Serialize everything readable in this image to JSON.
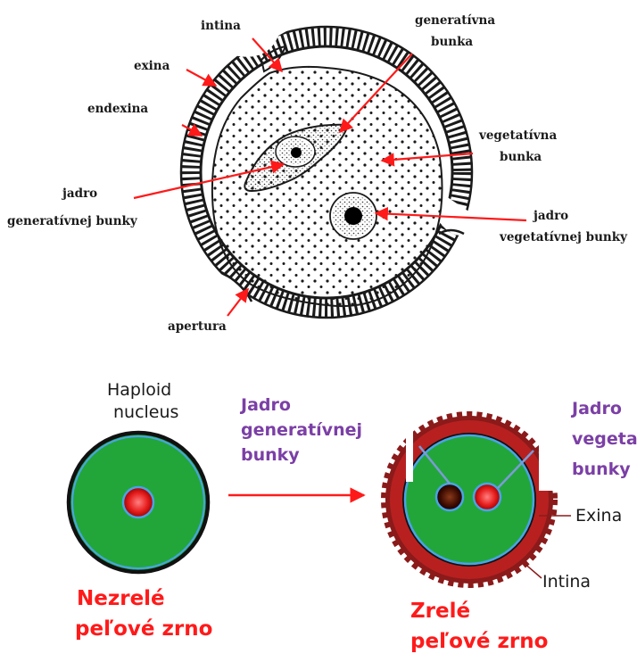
{
  "top_diagram": {
    "labels": {
      "intina": "intina",
      "exina": "exina",
      "endexina": "endexina",
      "generativna_1": "generatívna",
      "generativna_2": "bunka",
      "vegetativna_1": "vegetatívna",
      "vegetativna_2": "bunka",
      "jadro_gen_1": "jadro",
      "jadro_gen_2": "generatívnej bunky",
      "jadro_veg_1": "jadro",
      "jadro_veg_2": "vegetatívnej bunky",
      "apertura": "apertura"
    }
  },
  "bottom_diagram": {
    "haploid_1": "Haploid",
    "haploid_2": "nucleus",
    "jadro_gen_1": "Jadro",
    "jadro_gen_2": "generatívnej",
    "jadro_gen_3": "bunky",
    "jadro_veg_1": "Jadro",
    "jadro_veg_2": "vegeta",
    "jadro_veg_3": "bunky",
    "exina": "Exina",
    "intina": "Intina",
    "immature_1": "Nezrelé",
    "immature_2": "peľové zrno",
    "mature_1": "Zrelé",
    "mature_2": "peľové zrno"
  },
  "colors": {
    "arrow_red": "#ff1a1a",
    "cytoplasm_green": "#22a63a",
    "membrane_blue": "#4aa3e8",
    "wall_dark_red": "#8b1a1a",
    "label_purple": "#7b3fa6"
  }
}
